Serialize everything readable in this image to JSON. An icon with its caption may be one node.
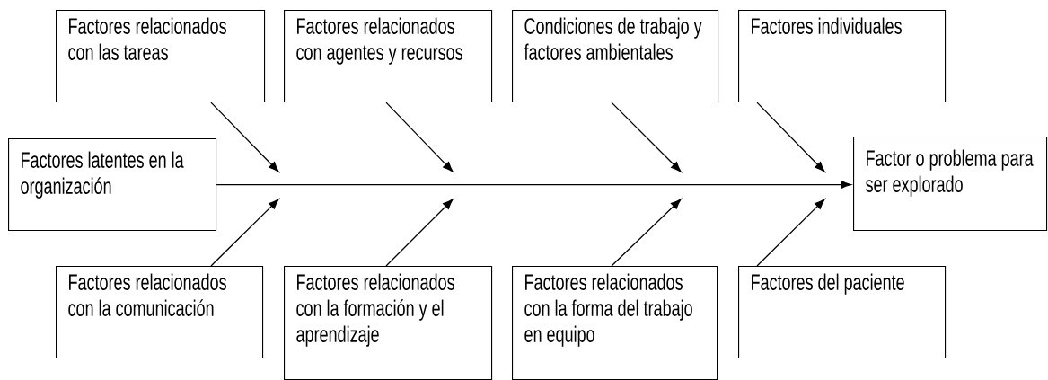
{
  "diagram": {
    "nodes": [
      {
        "text": [
          "Factores relacionados con las tareas"
        ]
      },
      {
        "text": [
          "Factores relacionados con agentes y recursos"
        ]
      },
      {
        "text": [
          "Condiciones de trabajo y factores ambientales"
        ]
      },
      {
        "text": [
          "Factores individuales"
        ]
      },
      {
        "text": [
          "Factores latentes en la organización"
        ]
      },
      {
        "text": [
          "Factor o problema para ser explorado"
        ]
      },
      {
        "text": [
          "Factores relacionados con la comunicación"
        ]
      },
      {
        "text": [
          "Factores relacionados con la formación y el aprendizaje"
        ]
      },
      {
        "text": [
          "Factores relacionados con la forma del trabajo en equipo"
        ]
      },
      {
        "text": [
          "Factores del paciente"
        ]
      }
    ],
    "edges": [
      {
        "from": 4,
        "to": 5,
        "arrow": "to"
      },
      {
        "from": 0,
        "to": null,
        "arrow": "to"
      },
      {
        "from": 1,
        "to": null,
        "arrow": "to"
      },
      {
        "from": 2,
        "to": null,
        "arrow": "to"
      },
      {
        "from": 3,
        "to": null,
        "arrow": "to"
      },
      {
        "from": 6,
        "to": null,
        "arrow": "to"
      },
      {
        "from": 7,
        "to": null,
        "arrow": "to"
      },
      {
        "from": 8,
        "to": null,
        "arrow": "to"
      },
      {
        "from": 9,
        "to": null,
        "arrow": "to"
      }
    ]
  }
}
